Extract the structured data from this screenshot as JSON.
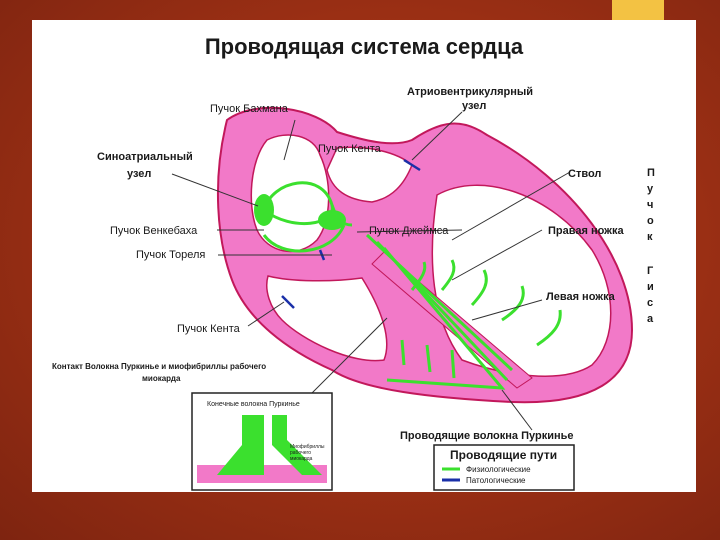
{
  "slide": {
    "title": "Проводящая система сердца"
  },
  "labels": {
    "bachmann": "Пучок Бахмана",
    "av_node_line1": "Атриовентрикулярный",
    "av_node_line2": "узел",
    "kent_top": "Пучок Кента",
    "sa_node_line1": "Синоатриальный",
    "sa_node_line2": "узел",
    "stem": "Ствол",
    "wenckebach": "Пучок Венкебаха",
    "james": "Пучок Джеймса",
    "right_leg": "Правая ножка",
    "thorel": "Пучок Тореля",
    "left_leg": "Левая ножка",
    "kent_bottom": "Пучок Кента",
    "his_vertical": [
      "П",
      "у",
      "ч",
      "о",
      "к",
      "",
      "Г",
      "и",
      "с",
      "а"
    ],
    "purkinje_fibers": "Проводящие волокна Пуркинье"
  },
  "inset": {
    "caption_line1": "Контакт Волокна Пуркинье и миофибриллы рабочего",
    "caption_line2": "миокарда",
    "terminal_fibers": "Конечные волокна Пуркинье",
    "myofibrils_line1": "Миофибриллы",
    "myofibrils_line2": "рабочего",
    "myofibrils_line3": "миокарда"
  },
  "legend": {
    "title": "Проводящие пути",
    "items": [
      {
        "label": "Физиологические",
        "color": "#3be02e"
      },
      {
        "label": "Патологические",
        "color": "#1a2fa8"
      }
    ]
  },
  "colors": {
    "heart_wall": "#f279c8",
    "heart_outline": "#c2185b",
    "pathway": "#3be02e",
    "pathological": "#1a2fa8"
  }
}
